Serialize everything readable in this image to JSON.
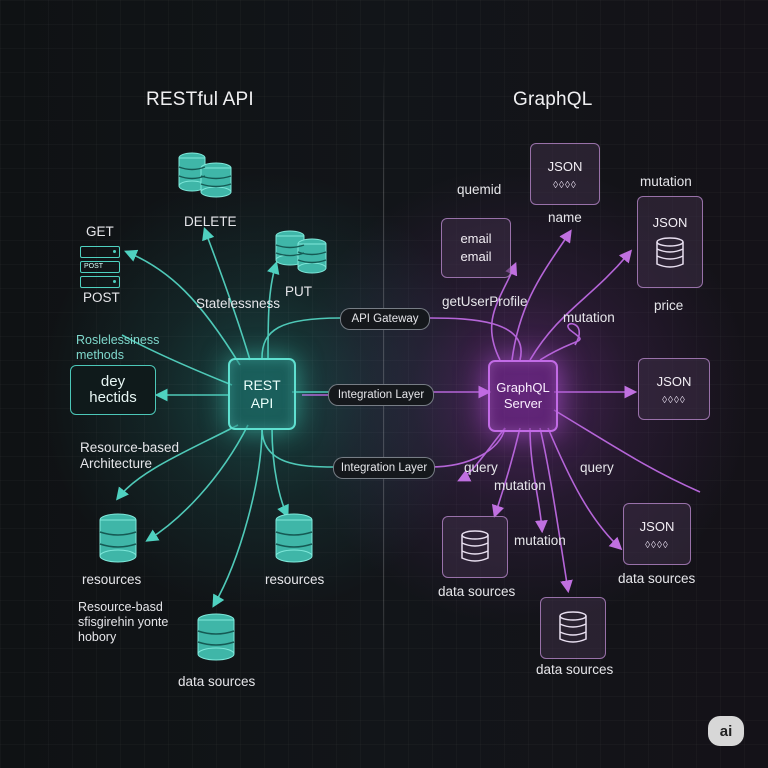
{
  "titles": {
    "rest": "RESTful API",
    "graphql": "GraphQL"
  },
  "rest": {
    "get": "GET",
    "post_badge": "POST",
    "post": "POST",
    "delete": "DELETE",
    "statelessness": "Statelessness",
    "put": "PUT",
    "roadless": "Roslelessiness",
    "methods": "methods",
    "box_line1": "dey",
    "box_line2": "hectids",
    "core_line1": "REST",
    "core_line2": "API",
    "resource_based_1": "Resource-based",
    "resource_based_2": "Architecture",
    "resources_left": "resources",
    "resources_right": "resources",
    "garbled_1": "Resource-basd",
    "garbled_2": "sfisgirehin yonte",
    "garbled_3": "hobory",
    "data_sources": "data sources"
  },
  "middle": {
    "api_gateway": "API Gateway",
    "integration_1": "Integration Layer",
    "integration_2": "Integration Layer"
  },
  "graphql": {
    "quemid": "quemid",
    "json_top": "JSON",
    "name": "name",
    "mutation_top": "mutation",
    "json_right_top": "JSON",
    "email_1": "email",
    "email_2": "email",
    "getuserprofile": "getUserProfile",
    "price": "price",
    "mutation_mid": "mutation",
    "core_line1": "GraphQL",
    "core_line2": "Server",
    "json_right_mid": "JSON",
    "query_left": "query",
    "query_right": "query",
    "mutation_lower": "mutation",
    "mutation_bottom": "mutation",
    "json_right_bottom": "JSON",
    "data_sources_left": "data sources",
    "data_sources_right": "data sources",
    "data_sources_bottom": "data sources",
    "drops": "◊◊◊◊"
  },
  "logo": "ai",
  "colors": {
    "teal": "#4fd1c0",
    "purple": "#b565d8",
    "background": "#111216"
  }
}
